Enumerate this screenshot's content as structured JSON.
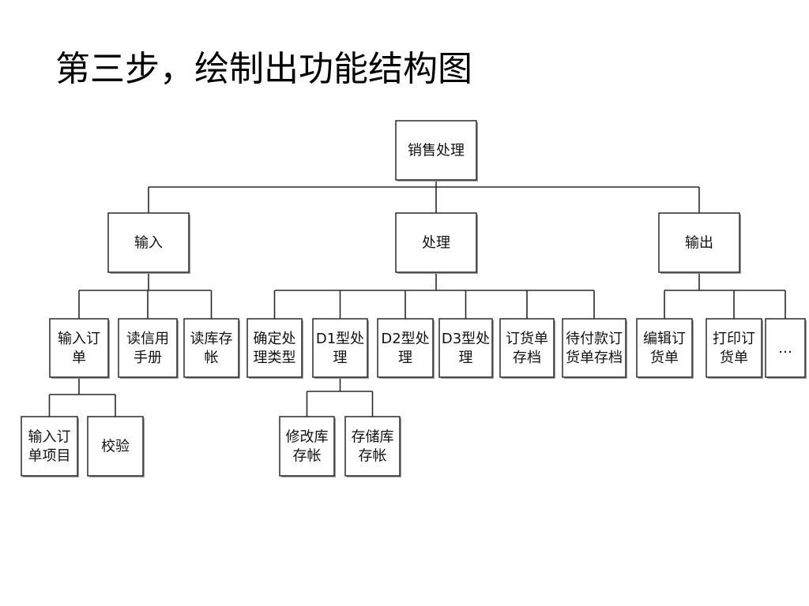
{
  "page": {
    "title": "第三步，绘制出功能结构图"
  },
  "diagram": {
    "root": {
      "label": "销售处理"
    },
    "level1": [
      {
        "label": "输入"
      },
      {
        "label": "处理"
      },
      {
        "label": "输出"
      }
    ],
    "input_children": [
      {
        "lines": [
          "输入订",
          "单"
        ]
      },
      {
        "lines": [
          "读信用",
          "手册"
        ]
      },
      {
        "lines": [
          "读库存",
          "帐"
        ]
      }
    ],
    "input_order_children": [
      {
        "lines": [
          "输入订",
          "单项目"
        ]
      },
      {
        "lines": [
          "校验"
        ]
      }
    ],
    "process_children": [
      {
        "lines": [
          "确定处",
          "理类型"
        ]
      },
      {
        "lines": [
          "D1型处",
          "理"
        ]
      },
      {
        "lines": [
          "D2型处",
          "理"
        ]
      },
      {
        "lines": [
          "D3型处",
          "理"
        ]
      },
      {
        "lines": [
          "订货单",
          "存档"
        ]
      },
      {
        "lines": [
          "待付款订",
          "货单存档"
        ]
      }
    ],
    "d1_children": [
      {
        "lines": [
          "修改库",
          "存帐"
        ]
      },
      {
        "lines": [
          "存储库",
          "存帐"
        ]
      }
    ],
    "output_children": [
      {
        "lines": [
          "编辑订",
          "货单"
        ]
      },
      {
        "lines": [
          "打印订",
          "货单"
        ]
      },
      {
        "lines": [
          "…"
        ]
      }
    ]
  }
}
